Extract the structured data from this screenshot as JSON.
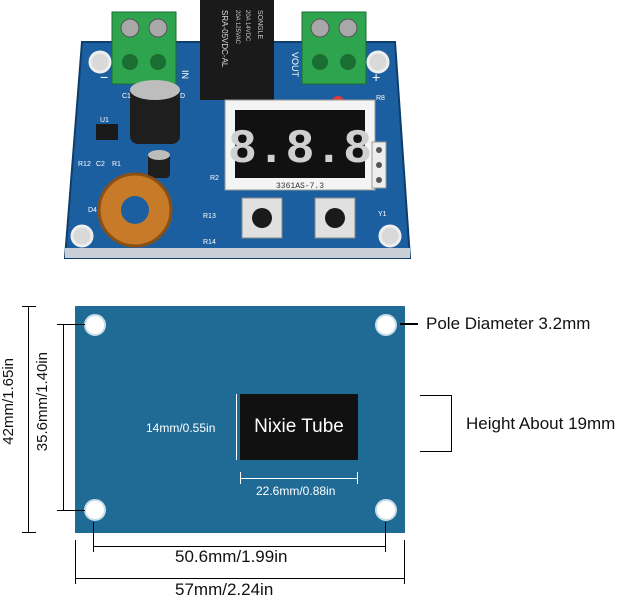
{
  "photo": {
    "relay_brand": "SONGLE",
    "relay_text": "SRA-05VDC-AL",
    "relay_rating_1": "20A 14VDC",
    "relay_rating_2": "20A 125VAC",
    "display_digits": "8.8.8",
    "display_part": "3361AS-7.3",
    "label_in": "IN",
    "label_out": "VOUT",
    "label_plus": "+",
    "label_minus": "−",
    "silk_labels": [
      "R8",
      "U1",
      "R12",
      "C2",
      "R1",
      "R2",
      "D4",
      "R13",
      "R14",
      "Y1",
      "C1",
      "D"
    ]
  },
  "diagram": {
    "pole_label": "Pole Diameter 3.2mm",
    "height_label": "Height About 19mm",
    "tube_label": "Nixie Tube",
    "tube_height": "14mm/0.55in",
    "tube_width": "22.6mm/0.88in",
    "hole_span_v": "35.6mm/1.40in",
    "board_height": "42mm/1.65in",
    "hole_span_h": "50.6mm/1.99in",
    "board_width": "57mm/2.24in"
  },
  "colors": {
    "board": "#1f6b96",
    "pcb_photo": "#1c5fa0",
    "terminal": "#2ea44f",
    "tube": "#111111"
  }
}
